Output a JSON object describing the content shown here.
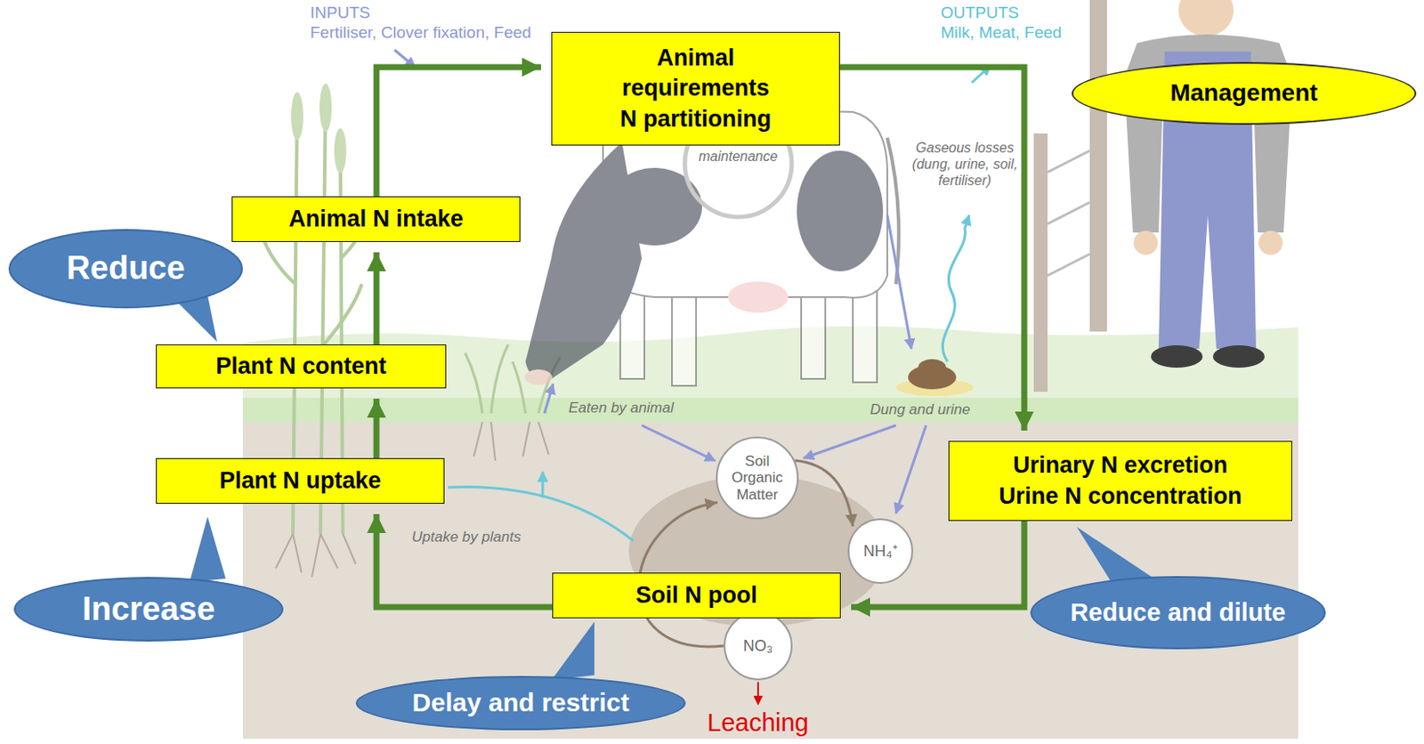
{
  "diagram": {
    "nodes": [
      {
        "text": [
          "Animal requirements",
          "N partitioning"
        ]
      },
      {
        "text": [
          "Management"
        ]
      },
      {
        "text": [
          "Animal N intake"
        ]
      },
      {
        "text": [
          "Reduce"
        ]
      },
      {
        "text": [
          "Plant N content"
        ]
      },
      {
        "text": [
          "Plant N uptake"
        ]
      },
      {
        "text": [
          "Soil Organic Matter"
        ]
      },
      {
        "text": [
          "NH₄⁺"
        ]
      },
      {
        "text": [
          "Urinary N excretion",
          "Urine N concentration"
        ]
      },
      {
        "text": [
          "Soil N pool"
        ]
      },
      {
        "text": [
          "NO₃"
        ]
      },
      {
        "text": [
          "Increase"
        ]
      },
      {
        "text": [
          "Reduce and dilute"
        ]
      },
      {
        "text": [
          "Delay and restrict"
        ]
      }
    ],
    "edges": [
      {
        "from": 9,
        "to": 5,
        "arrow": "to"
      },
      {
        "from": 5,
        "to": 4,
        "arrow": "to"
      },
      {
        "from": 4,
        "to": 2,
        "arrow": "to"
      },
      {
        "from": 2,
        "to": 0,
        "arrow": "to"
      },
      {
        "from": 0,
        "to": 8,
        "arrow": "to"
      },
      {
        "from": 8,
        "to": 9,
        "arrow": "to"
      },
      {
        "from": 6,
        "to": 7,
        "arrow": "to"
      },
      {
        "from": 10,
        "to": 6,
        "arrow": "to"
      }
    ],
    "labels": [
      "INPUTS",
      "Fertiliser, Clover fixation, Feed",
      "OUTPUTS",
      "Milk, Meat, Feed",
      "maintenance",
      "Gaseous losses (dung, urine, soil, fertiliser)",
      "Eaten by animal",
      "Dung and urine",
      "Uptake by plants",
      "Leaching"
    ]
  }
}
